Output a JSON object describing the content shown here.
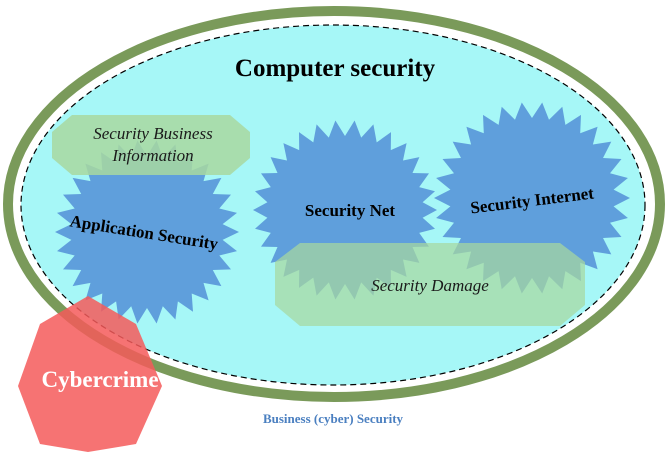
{
  "title": "Computer security",
  "footer": "Business (cyber) Security",
  "nodes": {
    "application_security": "Application Security",
    "security_net": "Security Net",
    "security_internet": "Security Internet",
    "security_business_information": [
      "Security Business",
      "Information"
    ],
    "security_damage": "Security Damage",
    "cybercrime": "Cybercrime"
  },
  "colors": {
    "outer_ring": "#7a9a5a",
    "inner_fill": "#a6f7f7",
    "starburst": "#5f9fdc",
    "translucent_green": "#a8d8a0",
    "cybercrime": "#f45a5a",
    "footer_text": "#4a7fc0"
  }
}
